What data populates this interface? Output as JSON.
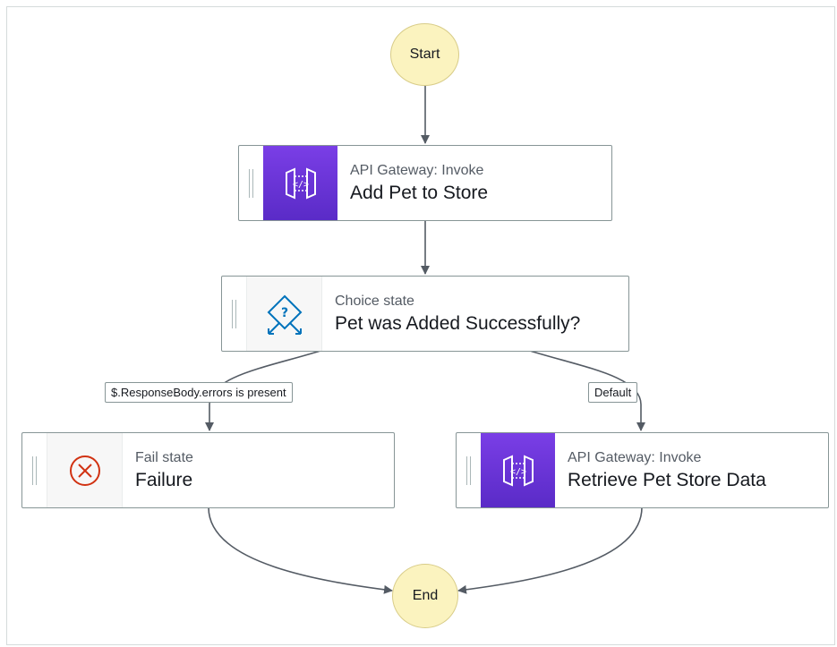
{
  "start": {
    "label": "Start"
  },
  "end": {
    "label": "End"
  },
  "states": [
    {
      "id": "add-pet",
      "type_label": "API Gateway: Invoke",
      "name": "Add Pet to Store",
      "icon": "api-gateway-icon"
    },
    {
      "id": "choice",
      "type_label": "Choice state",
      "name": "Pet was Added Successfully?",
      "icon": "choice-state-icon"
    },
    {
      "id": "failure",
      "type_label": "Fail state",
      "name": "Failure",
      "icon": "fail-state-icon"
    },
    {
      "id": "retrieve",
      "type_label": "API Gateway: Invoke",
      "name": "Retrieve Pet Store Data",
      "icon": "api-gateway-icon"
    }
  ],
  "edge_labels": {
    "errors_branch": "$.ResponseBody.errors is present",
    "default_branch": "Default"
  },
  "colors": {
    "api_gateway": "#6b34d8",
    "terminal_node": "#fbf3bf",
    "edge": "#545b64",
    "fail_red": "#d13212",
    "choice_blue": "#0073bb"
  }
}
